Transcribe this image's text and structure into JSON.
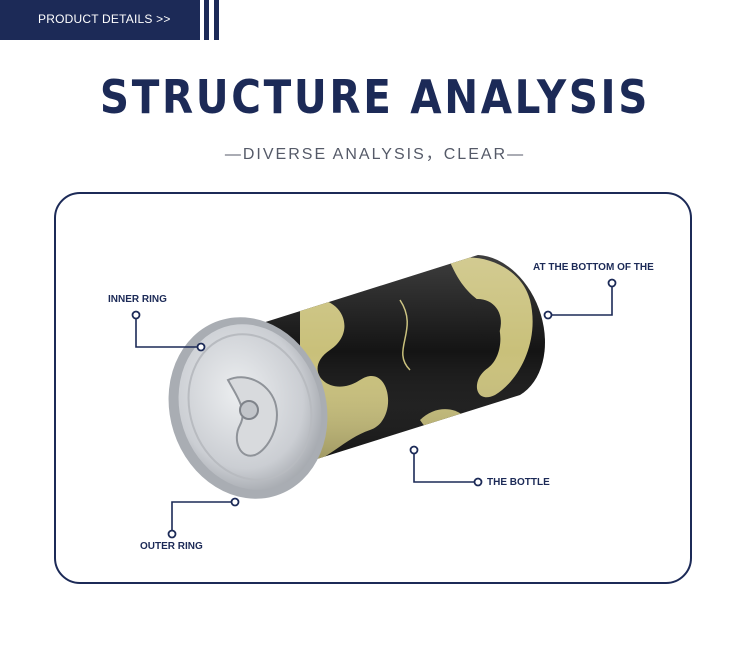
{
  "header": {
    "tab_label": "PRODUCT DETAILS >>"
  },
  "title": "STRUCTURE ANALYSIS",
  "subtitle": "—DIVERSE ANALYSIS，CLEAR—",
  "callouts": {
    "inner_ring": "INNER RING",
    "outer_ring": "OUTER RING",
    "bottom": "AT THE BOTTOM OF THE",
    "bottle": "THE BOTTLE"
  },
  "colors": {
    "brand_navy": "#1c2a57",
    "can_black": "#141414",
    "swirl_gold": "#c9c07a",
    "lid_silver": "#c8cbd0"
  }
}
